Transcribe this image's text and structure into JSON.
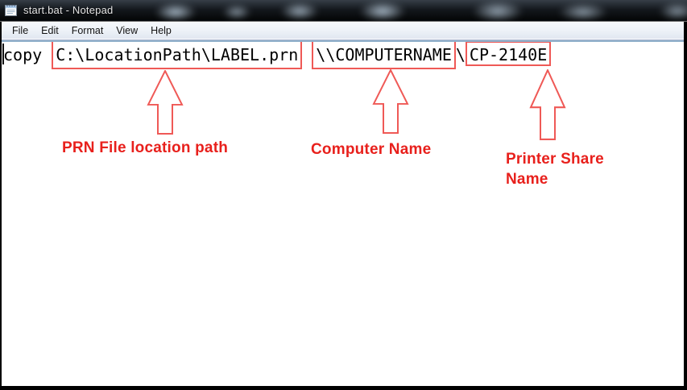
{
  "window": {
    "title": "start.bat - Notepad",
    "icon": "notepad-icon"
  },
  "menu": {
    "items": [
      "File",
      "Edit",
      "Format",
      "View",
      "Help"
    ]
  },
  "editor": {
    "segments": {
      "command": "copy ",
      "prn_path": "C:\\LocationPath\\LABEL.prn",
      "space": " ",
      "computer_name": "\\\\COMPUTERNAME",
      "backslash": "\\",
      "printer_share": "CP-2140E"
    }
  },
  "annotations": {
    "labels": [
      {
        "text": "PRN File location path"
      },
      {
        "text": "Computer Name"
      },
      {
        "text": "Printer Share Name"
      }
    ],
    "colors": {
      "box_and_arrow_stroke": "#ef5956",
      "label_text": "#e8201c"
    }
  }
}
